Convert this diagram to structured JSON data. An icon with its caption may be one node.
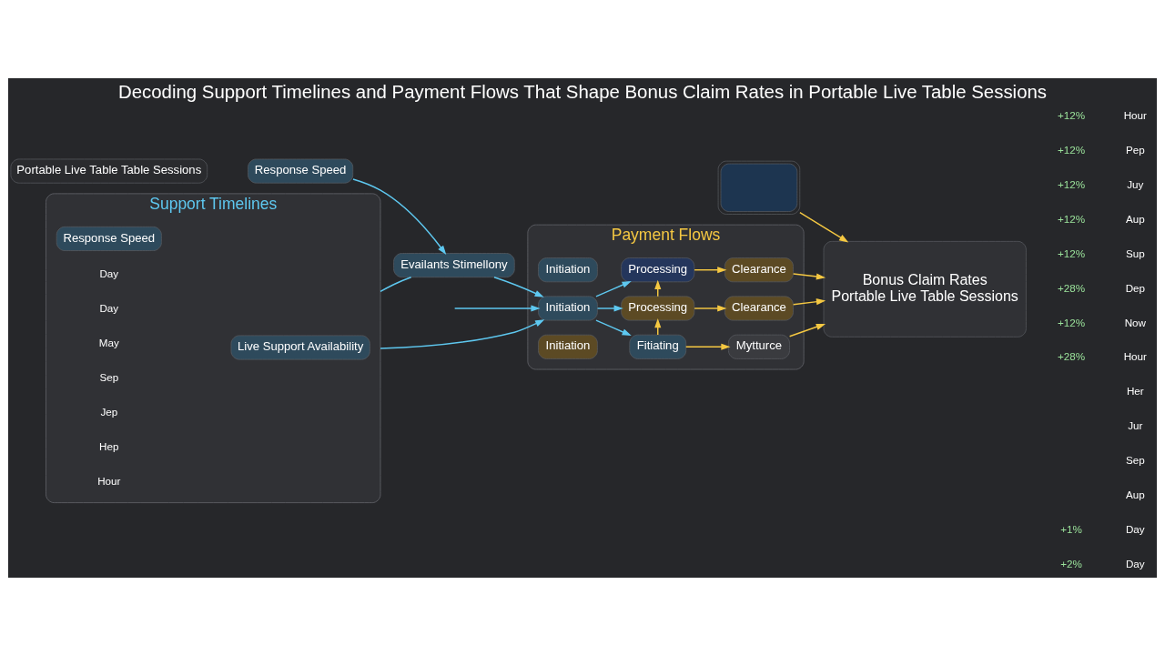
{
  "diagram": {
    "title": "Decoding Support Timelines and Payment Flows That Shape Bonus Claim Rates in Portable Live Table Sessions",
    "nodes": [
      {
        "text": [
          "Support Timelines"
        ]
      },
      {
        "text": [
          "Live Support Availability"
        ],
        "in": 0
      },
      {
        "text": [
          "Response Speed"
        ],
        "in": 0
      },
      {
        "text": [
          "Payment Flows"
        ]
      },
      {
        "text": [
          "Initiation"
        ],
        "in": 3
      },
      {
        "text": [
          "Fitiating"
        ],
        "in": 3
      },
      {
        "text": [
          "Mytturce"
        ],
        "in": 3
      },
      {
        "text": [
          "Initiation"
        ],
        "in": 3
      },
      {
        "text": [
          "Processing"
        ],
        "in": 3
      },
      {
        "text": [
          "Clearance"
        ],
        "in": 3
      },
      {
        "text": [
          "Initiation"
        ],
        "in": 3
      },
      {
        "text": [
          "Processing"
        ],
        "in": 3
      },
      {
        "text": [
          "Clearance"
        ],
        "in": 3
      },
      {
        "text": [
          "Bonus Claim Rates",
          "Portable Live Table Sessions"
        ]
      },
      {
        "text": [
          "Response Speed"
        ]
      },
      {
        "text": [
          "Evailants Stimellony"
        ]
      },
      {
        "text": [
          "Portable Live Table Table Sessions"
        ]
      },
      {
        "text": [],
        "shape": "box"
      }
    ],
    "edges": [
      {
        "from": 0,
        "to": 7,
        "arrow": "to",
        "color": "#5ec8f0"
      },
      {
        "from": null,
        "to": 7,
        "arrow": "to",
        "color": "#5ec8f0"
      },
      {
        "from": 15,
        "to": 7,
        "arrow": "to",
        "color": "#5ec8f0"
      },
      {
        "from": 0,
        "to": 15,
        "arrow": "none",
        "color": "#5ec8f0"
      },
      {
        "from": 14,
        "to": 15,
        "arrow": "to",
        "color": "#5ec8f0"
      },
      {
        "from": 7,
        "to": 5,
        "arrow": "to",
        "color": "#5ec8f0"
      },
      {
        "from": 7,
        "to": 8,
        "arrow": "to",
        "color": "#5ec8f0"
      },
      {
        "from": 7,
        "to": 11,
        "arrow": "to",
        "color": "#5ec8f0"
      },
      {
        "from": 5,
        "to": 8,
        "arrow": "to",
        "color": "#f5c842"
      },
      {
        "from": 8,
        "to": 11,
        "arrow": "to",
        "color": "#f5c842"
      },
      {
        "from": 5,
        "to": 6,
        "arrow": "to",
        "color": "#f5c842"
      },
      {
        "from": 8,
        "to": 9,
        "arrow": "to",
        "color": "#f5c842"
      },
      {
        "from": 11,
        "to": 12,
        "arrow": "to",
        "color": "#f5c842"
      },
      {
        "from": 6,
        "to": 13,
        "arrow": "to",
        "color": "#f5c842"
      },
      {
        "from": 9,
        "to": 13,
        "arrow": "to",
        "color": "#f5c842"
      },
      {
        "from": 12,
        "to": 13,
        "arrow": "to",
        "color": "#f5c842"
      },
      {
        "from": 17,
        "to": 13,
        "arrow": "to",
        "color": "#f5c842"
      }
    ],
    "labels": [
      "Hour",
      "Hep",
      "Jep",
      "Sep",
      "May",
      "Day",
      "Day",
      "+12%",
      "+12%",
      "+12%",
      "+12%",
      "+12%",
      "+28%",
      "+12%",
      "+28%",
      "Hour",
      "Pep",
      "Juy",
      "Aup",
      "Sup",
      "Dep",
      "Now",
      "+1%",
      "+2%",
      "Hour",
      "Her",
      "Jur",
      "Sep",
      "Aup",
      "Day",
      "Day"
    ]
  }
}
